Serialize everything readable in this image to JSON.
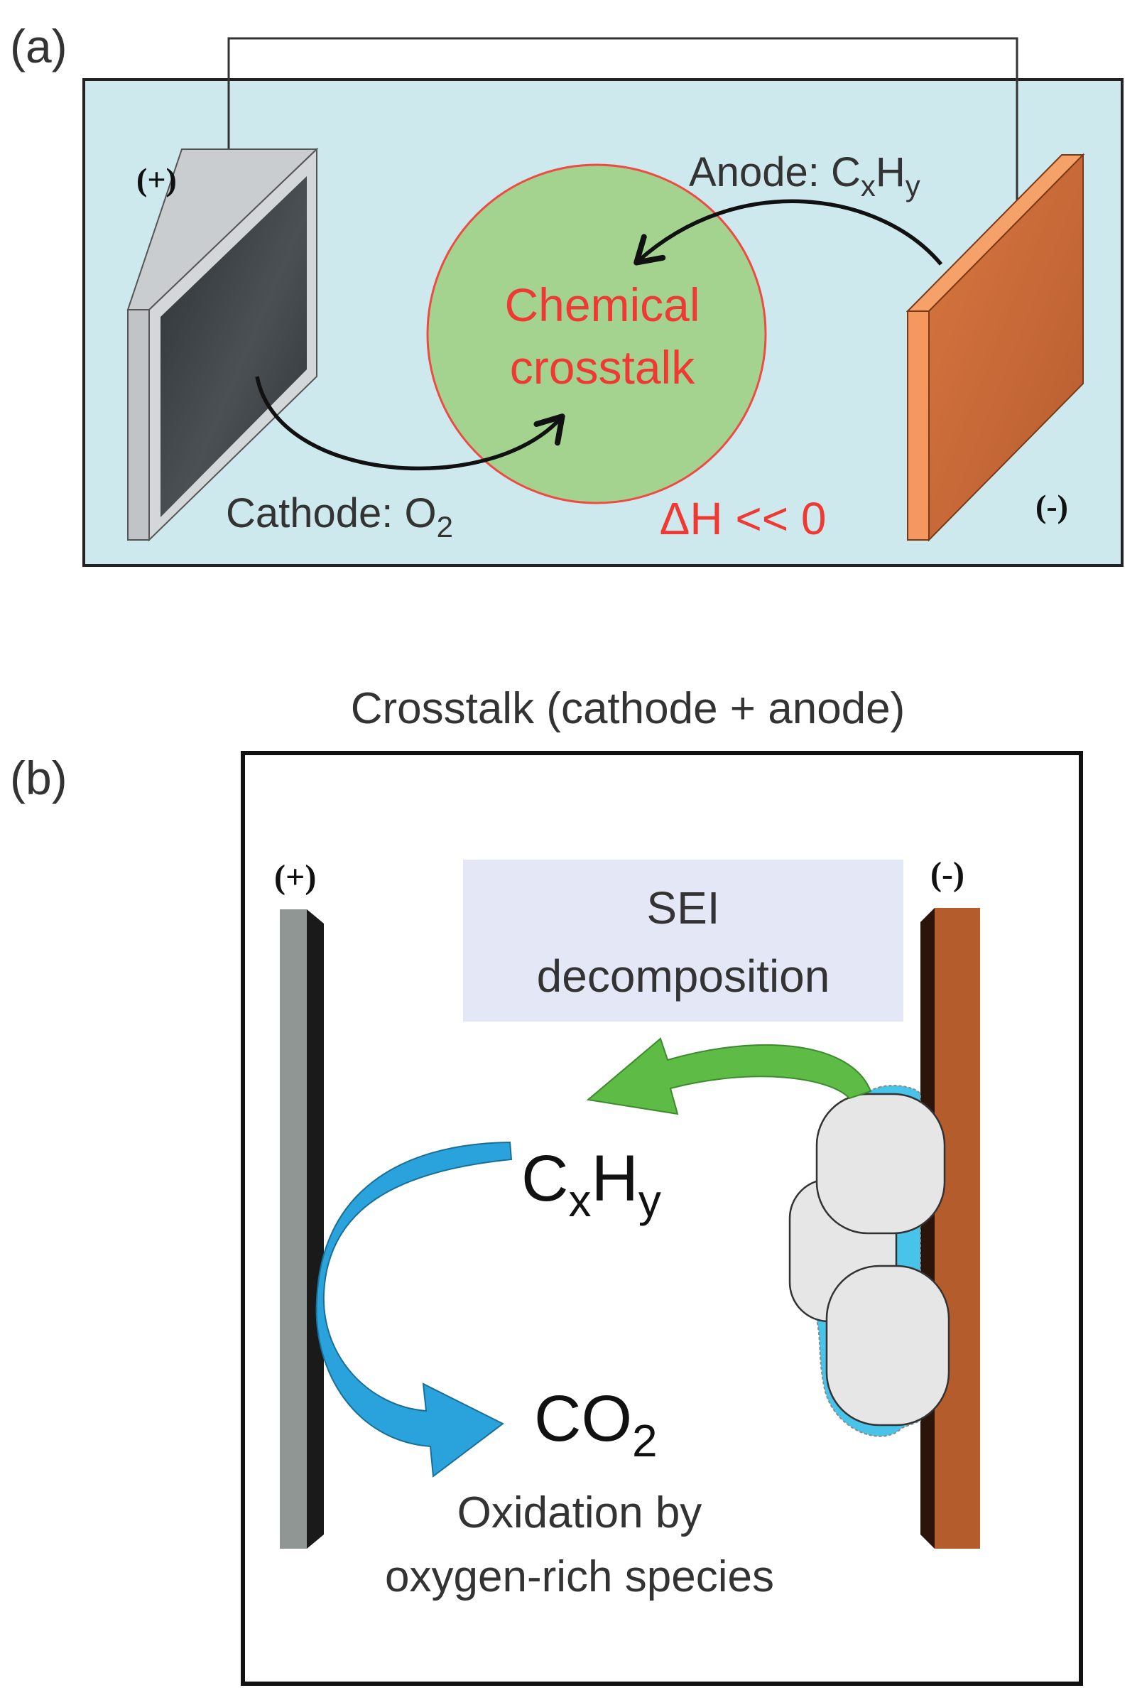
{
  "panel_a": {
    "label": "(a)",
    "positive": "(+)",
    "negative": "(-)",
    "anode_prefix": "Anode: C",
    "anode_sub_x": "x",
    "anode_H": "H",
    "anode_sub_y": "y",
    "cathode_prefix": "Cathode: O",
    "cathode_sub": "2",
    "crosstalk_line1": "Chemical",
    "crosstalk_line2": "crosstalk",
    "enthalpy": "ΔH << 0",
    "colors": {
      "electrolyte": "#cde9ee",
      "circle_fill": "#a3d38f",
      "circle_stroke": "#ef4b43",
      "red_text": "#ef3a33",
      "cathode_face": "#3f4448",
      "cathode_frame": "#c9cdd0",
      "anode_face": "#c8683a",
      "anode_edge": "#f5985f"
    }
  },
  "panel_b": {
    "label": "(b)",
    "title": "Crosstalk (cathode + anode)",
    "positive": "(+)",
    "negative": "(-)",
    "sei_line1": "SEI",
    "sei_line2": "decomposition",
    "cxhy_C": "C",
    "cxhy_x": "x",
    "cxhy_H": "H",
    "cxhy_y": "y",
    "co2_main": "CO",
    "co2_sub": "2",
    "oxidation_line1": "Oxidation by",
    "oxidation_line2": "oxygen-rich species",
    "colors": {
      "sei_box": "#e4e7f5",
      "green_arrow": "#5dbb46",
      "blue_arrow": "#2aa3dc",
      "sei_layer": "#48c3ea",
      "particle": "#e6e6e6",
      "cathode_strip": "#8f9694",
      "anode_strip": "#b55c2d"
    }
  }
}
